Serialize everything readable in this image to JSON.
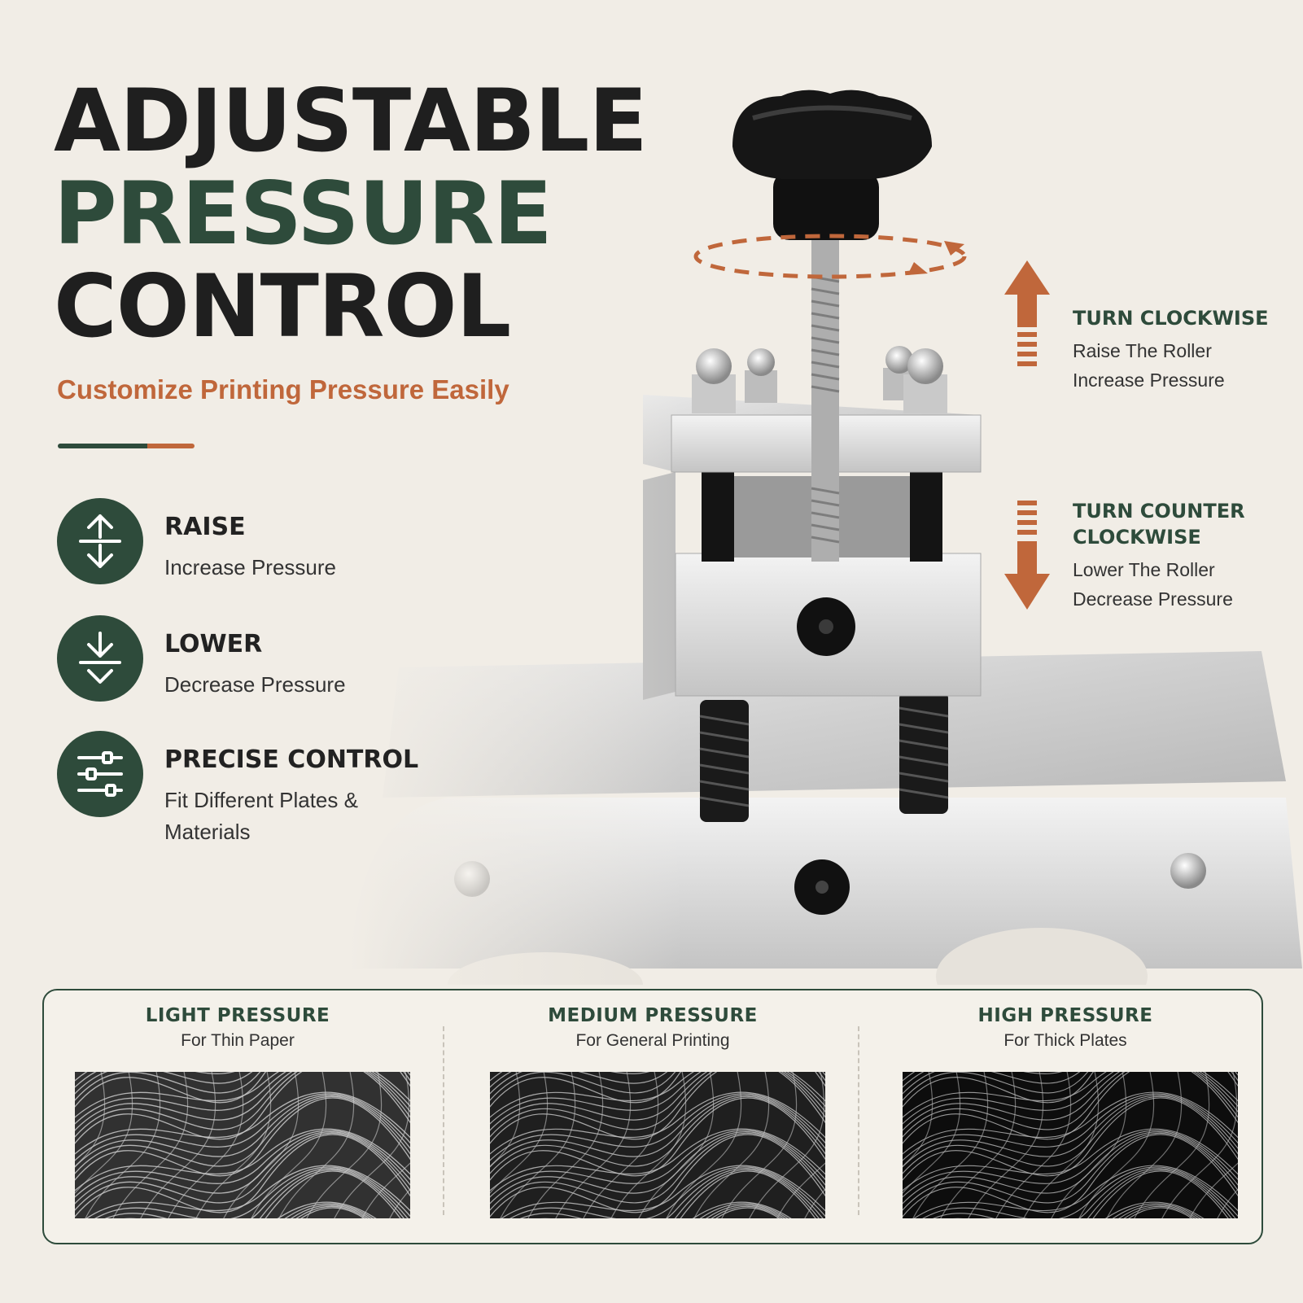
{
  "headline": {
    "line1": "ADJUSTABLE",
    "line2": "PRESSURE",
    "line3": "CONTROL"
  },
  "subtitle": "Customize Printing Pressure Easily",
  "colors": {
    "green": "#2e4b3b",
    "orange": "#c0673b",
    "background": "#f1ede6"
  },
  "features": [
    {
      "icon": "raise-arrows-icon",
      "title": "RAISE",
      "desc": "Increase Pressure"
    },
    {
      "icon": "lower-arrows-icon",
      "title": "LOWER",
      "desc": "Decrease Pressure"
    },
    {
      "icon": "sliders-icon",
      "title": "PRECISE CONTROL",
      "desc": "Fit Different Plates & Materials"
    }
  ],
  "annotations": {
    "clockwise": {
      "title": "TURN CLOCKWISE",
      "line1": "Raise The Roller",
      "line2": "Increase Pressure"
    },
    "counter": {
      "title_line1": "TURN COUNTER",
      "title_line2": "CLOCKWISE",
      "line1": "Lower The Roller",
      "line2": "Decrease Pressure"
    }
  },
  "pressure_levels": [
    {
      "title": "LIGHT PRESSURE",
      "desc": "For Thin Paper",
      "ink_darkness": 0.45
    },
    {
      "title": "MEDIUM PRESSURE",
      "desc": "For General Printing",
      "ink_darkness": 0.65
    },
    {
      "title": "HIGH PRESSURE",
      "desc": "For Thick Plates",
      "ink_darkness": 0.85
    }
  ]
}
